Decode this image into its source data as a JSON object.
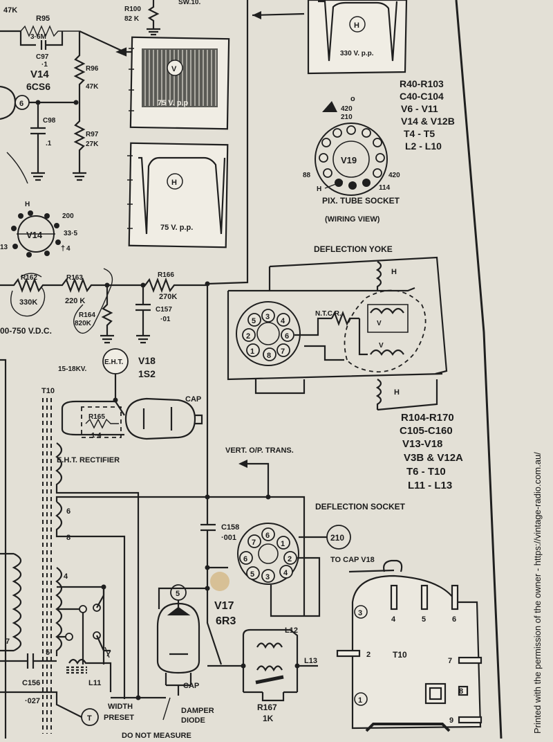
{
  "credit": "Printed with the permission of the owner - https://vintage-radio.com.au/",
  "labels": {
    "r47k_top": "47K",
    "r95": "R95",
    "r95_val": "3·6M",
    "c97": "C97",
    "c97_val": "·1",
    "r100": "R100",
    "r100_val": "82 K",
    "sw": "SW.10.",
    "v14": "V14",
    "v14_type": "6CS6",
    "pin6": "6",
    "r96": "R96",
    "r96_val": "47K",
    "c98": "C98",
    "c98_val": ".1",
    "r97": "R97",
    "r97_val": "27K",
    "wave_v": "V",
    "wave_v_amp": "75 V. p.p",
    "wave_h": "H",
    "wave_h_amp": "75 V. p.p.",
    "wave_top_h": "H",
    "wave_top_amp": "330 V. p.p.",
    "v14_socket": "V14",
    "v14_h": "H",
    "v14_200": "200",
    "v14_335": "33·5",
    "v14_4": "4",
    "v14_13": "13",
    "v14_dagger": "†",
    "r162": "R162",
    "r162_val": "330K",
    "r163": "R163",
    "r163_val": "220 K",
    "r164": "R164",
    "r164_val": "820K",
    "r166": "R166",
    "r166_val": "270K",
    "c157": "C157",
    "c157_val": "·01",
    "vdc": "00-750 V.D.C.",
    "pix_420_top": "420",
    "pix_210": "210",
    "pix_0": "o",
    "v19": "V19",
    "pix_88": "88",
    "pix_h": "H",
    "pix_420": "420",
    "pix_114": "114",
    "pix_title": "PIX. TUBE SOCKET",
    "pix_sub": "(WIRING VIEW)",
    "parts_a": [
      "R40-R103",
      "C40-C104",
      "V6 - V11",
      "V14 & V12B",
      "T4 - T5",
      "L2 - L10"
    ],
    "deflection_yoke": "DEFLECTION YOKE",
    "yoke_h1": "H",
    "yoke_h2": "H",
    "yoke_v1": "V",
    "yoke_v2": "V",
    "ntcr": "N.T.C.R.",
    "yoke_pins": [
      "3",
      "4",
      "5",
      "2",
      "6",
      "1",
      "8",
      "7"
    ],
    "eht": "E.H.T.",
    "eht_kv": "15-18KV.",
    "v18": "V18",
    "v18_type": "1S2",
    "cap": "CAP",
    "r165": "R165",
    "r165_val": "1·4",
    "t10": "T10",
    "eht_rect": "E.H.T. RECTIFIER",
    "parts_b": [
      "R104-R170",
      "C105-C160",
      "V13-V18",
      "V3B & V12A",
      "T6 - T10",
      "L11 - L13"
    ],
    "vert_op": "VERT. O/P. TRANS.",
    "defl_socket": "DEFLECTION SOCKET",
    "t10_6": "6",
    "t10_8": "8",
    "t10_4": "4",
    "t10_5": "5",
    "t10_7": "7",
    "c158": "C158",
    "c158_val": "·001",
    "sock_pins": [
      "6",
      "7",
      "1",
      "6",
      "2",
      "5",
      "3",
      "4"
    ],
    "sock_210": "210",
    "to_cap": "TO CAP V18",
    "v17": "V17",
    "v17_type": "6R3",
    "v17_pin5": "5",
    "v17_cap": "CAP",
    "l12": "L12",
    "l13": "L13",
    "r167": "R167",
    "r167_val": "1K",
    "l11": "L11",
    "c156": "C156",
    "c156_val": "·027",
    "width_preset": [
      "WIDTH",
      "PRESET"
    ],
    "t_circle": "T",
    "damper": [
      "DAMPER",
      "DIODE"
    ],
    "do_not": "DO NOT MEASURE",
    "t10_term_3": "3",
    "t10_term_4": "4",
    "t10_term_5": "5",
    "t10_term_6": "6",
    "t10_term_2": "2",
    "t10_term_label": "T10",
    "t10_term_7": "7",
    "t10_term_8": "8",
    "t10_term_1": "1",
    "t10_term_9": "9"
  }
}
